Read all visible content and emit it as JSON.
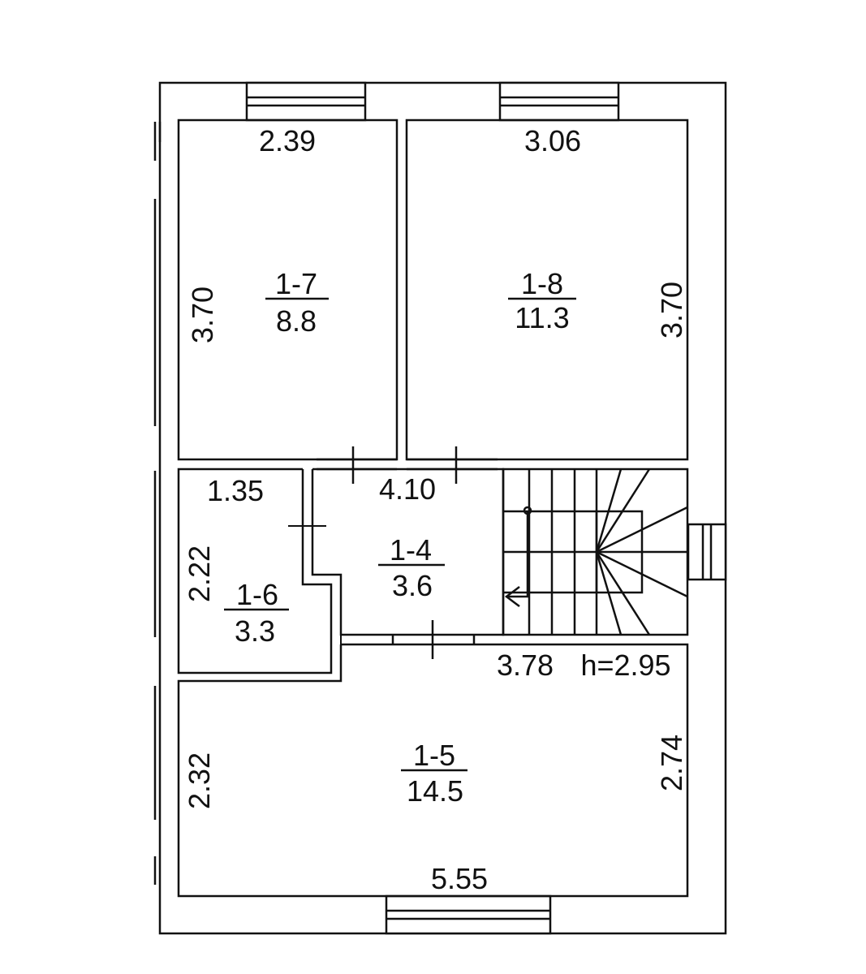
{
  "rooms": {
    "r17": {
      "id": "1-7",
      "area": "8.8",
      "width": "2.39",
      "length": "3.70"
    },
    "r18": {
      "id": "1-8",
      "area": "11.3",
      "width": "3.06",
      "length": "3.70"
    },
    "r14": {
      "id": "1-4",
      "area": "3.6",
      "width": "4.10"
    },
    "r16": {
      "id": "1-6",
      "area": "3.3",
      "width": "1.35",
      "length": "2.22"
    },
    "r15": {
      "id": "1-5",
      "area": "14.5",
      "width_top": "3.78",
      "width_bottom": "5.55",
      "length_left": "2.32",
      "length_right": "2.74"
    }
  },
  "ceiling_height": "h=2.95"
}
